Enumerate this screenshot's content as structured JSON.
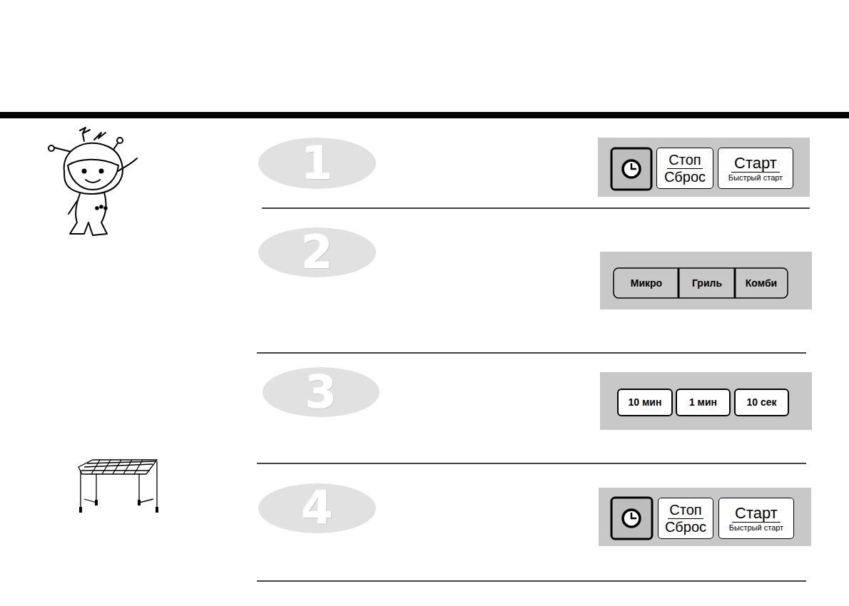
{
  "diagram": {
    "nodes": [
      {
        "text": [
          "1"
        ]
      },
      {
        "text": [
          "Стоп",
          "Сброс"
        ]
      },
      {
        "text": [
          "Старт",
          "Быстрый старт"
        ]
      },
      {
        "text": [
          "2"
        ]
      },
      {
        "text": [
          "Микро"
        ]
      },
      {
        "text": [
          "Гриль"
        ]
      },
      {
        "text": [
          "Комби"
        ]
      },
      {
        "text": [
          "3"
        ]
      },
      {
        "text": [
          "10 мин"
        ]
      },
      {
        "text": [
          "1 мин"
        ]
      },
      {
        "text": [
          "10 сек"
        ]
      },
      {
        "text": [
          "4"
        ]
      },
      {
        "text": [
          "Стоп",
          "Сброс"
        ]
      },
      {
        "text": [
          "Старт",
          "Быстрый старт"
        ]
      }
    ]
  }
}
